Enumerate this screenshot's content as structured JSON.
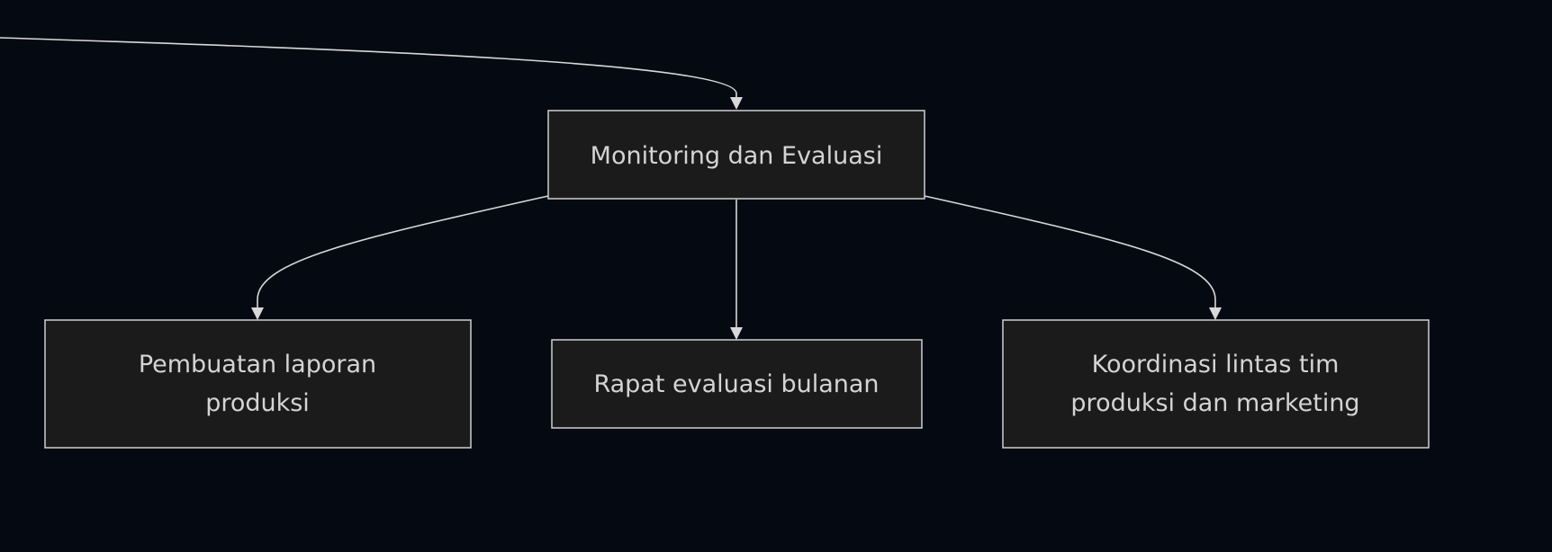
{
  "diagram": {
    "type": "flowchart",
    "nodes": [
      {
        "id": "monitoring",
        "lines": [
          "Monitoring dan Evaluasi"
        ]
      },
      {
        "id": "laporan",
        "lines": [
          "Pembuatan laporan",
          "produksi"
        ]
      },
      {
        "id": "rapat",
        "lines": [
          "Rapat evaluasi bulanan"
        ]
      },
      {
        "id": "koordinasi",
        "lines": [
          "Koordinasi lintas tim",
          "produksi dan marketing"
        ]
      }
    ],
    "edges": [
      {
        "from": "",
        "to": "monitoring"
      },
      {
        "from": "monitoring",
        "to": "laporan"
      },
      {
        "from": "monitoring",
        "to": "rapat"
      },
      {
        "from": "monitoring",
        "to": "koordinasi"
      }
    ],
    "colors": {
      "background": "#050a12",
      "node_fill": "#1b1b1b",
      "node_border": "#cfcfcf",
      "text": "#d4d4d4",
      "edge": "#d8d8d8"
    }
  }
}
